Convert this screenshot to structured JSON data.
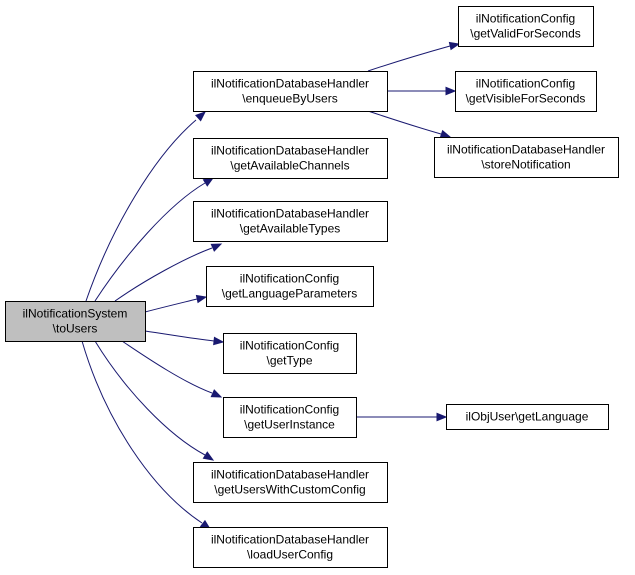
{
  "colors": {
    "root_fill": "#bfbfbf",
    "node_fill": "#ffffff",
    "border": "#000000",
    "edge": "#191970"
  },
  "nodes": [
    {
      "id": "root",
      "lines": [
        "ilNotificationSystem",
        "\\toUsers"
      ],
      "root": true
    },
    {
      "id": "enqueue",
      "lines": [
        "ilNotificationDatabaseHandler",
        "\\enqueueByUsers"
      ]
    },
    {
      "id": "channels",
      "lines": [
        "ilNotificationDatabaseHandler",
        "\\getAvailableChannels"
      ]
    },
    {
      "id": "types",
      "lines": [
        "ilNotificationDatabaseHandler",
        "\\getAvailableTypes"
      ]
    },
    {
      "id": "langparams",
      "lines": [
        "ilNotificationConfig",
        "\\getLanguageParameters"
      ]
    },
    {
      "id": "gettype",
      "lines": [
        "ilNotificationConfig",
        "\\getType"
      ]
    },
    {
      "id": "userinst",
      "lines": [
        "ilNotificationConfig",
        "\\getUserInstance"
      ]
    },
    {
      "id": "customcfg",
      "lines": [
        "ilNotificationDatabaseHandler",
        "\\getUsersWithCustomConfig"
      ]
    },
    {
      "id": "loadcfg",
      "lines": [
        "ilNotificationDatabaseHandler",
        "\\loadUserConfig"
      ]
    },
    {
      "id": "validfor",
      "lines": [
        "ilNotificationConfig",
        "\\getValidForSeconds"
      ]
    },
    {
      "id": "visiblefor",
      "lines": [
        "ilNotificationConfig",
        "\\getVisibleForSeconds"
      ]
    },
    {
      "id": "store",
      "lines": [
        "ilNotificationDatabaseHandler",
        "\\storeNotification"
      ]
    },
    {
      "id": "lang",
      "lines": [
        "ilObjUser\\getLanguage"
      ]
    }
  ],
  "edges": [
    {
      "from": "root",
      "to": "enqueue"
    },
    {
      "from": "root",
      "to": "channels"
    },
    {
      "from": "root",
      "to": "types"
    },
    {
      "from": "root",
      "to": "langparams"
    },
    {
      "from": "root",
      "to": "gettype"
    },
    {
      "from": "root",
      "to": "userinst"
    },
    {
      "from": "root",
      "to": "customcfg"
    },
    {
      "from": "root",
      "to": "loadcfg"
    },
    {
      "from": "enqueue",
      "to": "validfor"
    },
    {
      "from": "enqueue",
      "to": "visiblefor"
    },
    {
      "from": "enqueue",
      "to": "store"
    },
    {
      "from": "userinst",
      "to": "lang"
    }
  ]
}
